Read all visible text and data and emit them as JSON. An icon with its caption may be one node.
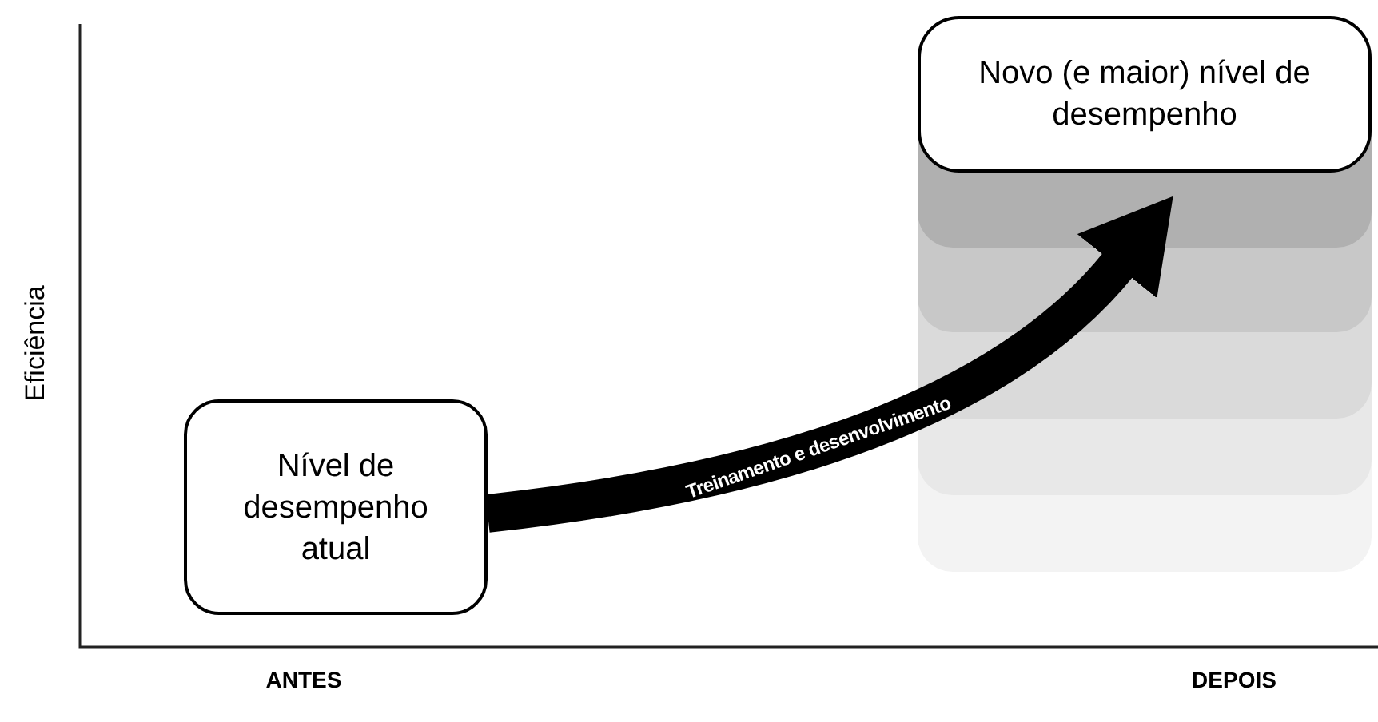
{
  "diagram": {
    "nodes": [
      {
        "text": [
          "Nível de desempenho atual"
        ]
      },
      {
        "text": [
          "Novo (e maior) nível de desempenho"
        ]
      }
    ],
    "edges": [
      {
        "from": 0,
        "to": 1,
        "arrow": "to",
        "label": "Treinamento e desenvolvimento"
      }
    ],
    "labels": [
      "Eficiência",
      "ANTES",
      "DEPOIS"
    ]
  }
}
